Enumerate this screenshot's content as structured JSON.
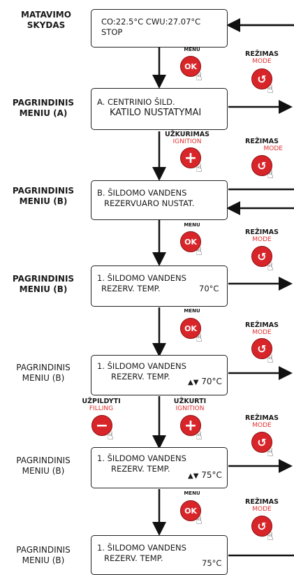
{
  "panel_label": [
    "MATAVIMO",
    "SKYDAS"
  ],
  "main_menu_label": [
    "PAGRINDINIS",
    "MENIU (A)"
  ],
  "main_menu_b_label": [
    "PAGRINDINIS",
    "MENIU (B)"
  ],
  "boxes": [
    {
      "l1": "CO:22.5°C CWU:27.07°C",
      "l2": "STOP"
    },
    {
      "l1": "A. CENTRINIO ŠILD.",
      "l2": "KATILO NUSTATYMAI"
    },
    {
      "l1": "B. ŠILDOMO VANDENS",
      "l2": "REZERVUARO NUSTAT."
    },
    {
      "l1": "1. ŠILDOMO VANDENS",
      "l2": "REZERV. TEMP.",
      "v": "70°C"
    },
    {
      "l1": "1. ŠILDOMO VANDENS",
      "l2": "REZERV. TEMP.",
      "v": "70°C"
    },
    {
      "l1": "1. ŠILDOMO VANDENS",
      "l2": "REZERV. TEMP.",
      "v": "75°C"
    },
    {
      "l1": "1. ŠILDOMO VANDENS",
      "l2": "REZERV. TEMP.",
      "v": "75°C"
    }
  ],
  "buttons": {
    "menu": "MENU",
    "ok": "OK",
    "mode_bold": "REŽIMAS",
    "mode_red": "MODE",
    "ignition_bold": "UŽKURIMAS",
    "ignition_red": "IGNITION",
    "filling_bold": "UŽPILDYTI",
    "filling_red": "FILLING",
    "ignite_bold": "UŽKURTI"
  },
  "icons": {
    "hand": "pointing-hand-icon",
    "return": "return-arrow-icon",
    "updown": "up-down-arrows-icon"
  }
}
